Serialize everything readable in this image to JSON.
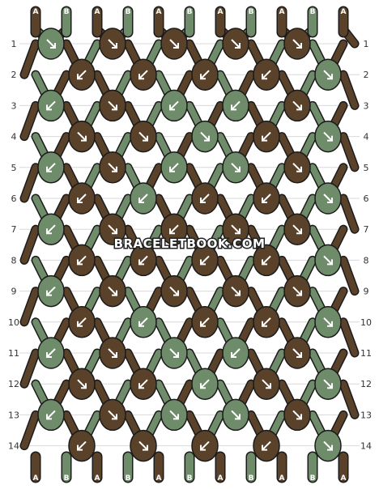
{
  "colors": {
    "A": "#5a4129",
    "B": "#6e8c6a",
    "outline": "#1b1b1b",
    "grid": "#d8d8d8"
  },
  "strands_top": [
    "A",
    "B",
    "A",
    "B",
    "A",
    "B",
    "A",
    "B",
    "A",
    "B",
    "A"
  ],
  "strands_bottom": [
    "A",
    "B",
    "A",
    "B",
    "A",
    "B",
    "A",
    "B",
    "A",
    "B",
    "A"
  ],
  "watermark": "BRACELETBOOK.COM",
  "rows": [
    {
      "label": "1",
      "knots": [
        {
          "c": "B",
          "d": "r"
        },
        {
          "c": "A",
          "d": "r"
        },
        {
          "c": "A",
          "d": "r"
        },
        {
          "c": "A",
          "d": "r"
        },
        {
          "c": "A",
          "d": "r"
        }
      ]
    },
    {
      "label": "2",
      "knots": [
        {
          "c": "A",
          "d": "l"
        },
        {
          "c": "A",
          "d": "l"
        },
        {
          "c": "A",
          "d": "l"
        },
        {
          "c": "A",
          "d": "l"
        },
        {
          "c": "B",
          "d": "r"
        }
      ]
    },
    {
      "label": "3",
      "knots": [
        {
          "c": "B",
          "d": "l"
        },
        {
          "c": "A",
          "d": "r"
        },
        {
          "c": "B",
          "d": "l"
        },
        {
          "c": "B",
          "d": "l"
        },
        {
          "c": "A",
          "d": "r"
        }
      ]
    },
    {
      "label": "4",
      "knots": [
        {
          "c": "A",
          "d": "r"
        },
        {
          "c": "A",
          "d": "r"
        },
        {
          "c": "B",
          "d": "r"
        },
        {
          "c": "A",
          "d": "l"
        },
        {
          "c": "B",
          "d": "r"
        }
      ]
    },
    {
      "label": "5",
      "knots": [
        {
          "c": "B",
          "d": "l"
        },
        {
          "c": "A",
          "d": "r"
        },
        {
          "c": "B",
          "d": "l"
        },
        {
          "c": "B",
          "d": "r"
        },
        {
          "c": "A",
          "d": "r"
        }
      ]
    },
    {
      "label": "6",
      "knots": [
        {
          "c": "A",
          "d": "l"
        },
        {
          "c": "B",
          "d": "l"
        },
        {
          "c": "A",
          "d": "l"
        },
        {
          "c": "A",
          "d": "l"
        },
        {
          "c": "B",
          "d": "r"
        }
      ]
    },
    {
      "label": "7",
      "knots": [
        {
          "c": "B",
          "d": "l"
        },
        {
          "c": "A",
          "d": "r"
        },
        {
          "c": "A",
          "d": "l"
        },
        {
          "c": "A",
          "d": "r"
        },
        {
          "c": "A",
          "d": "r"
        }
      ]
    },
    {
      "label": "8",
      "knots": [
        {
          "c": "A",
          "d": "l"
        },
        {
          "c": "A",
          "d": "l"
        },
        {
          "c": "A",
          "d": "l"
        },
        {
          "c": "A",
          "d": "l"
        },
        {
          "c": "B",
          "d": "r"
        }
      ]
    },
    {
      "label": "9",
      "knots": [
        {
          "c": "B",
          "d": "l"
        },
        {
          "c": "A",
          "d": "r"
        },
        {
          "c": "A",
          "d": "r"
        },
        {
          "c": "A",
          "d": "r"
        },
        {
          "c": "A",
          "d": "r"
        }
      ]
    },
    {
      "label": "10",
      "knots": [
        {
          "c": "A",
          "d": "l"
        },
        {
          "c": "B",
          "d": "l"
        },
        {
          "c": "A",
          "d": "l"
        },
        {
          "c": "A",
          "d": "l"
        },
        {
          "c": "B",
          "d": "r"
        }
      ]
    },
    {
      "label": "11",
      "knots": [
        {
          "c": "B",
          "d": "l"
        },
        {
          "c": "A",
          "d": "r"
        },
        {
          "c": "B",
          "d": "r"
        },
        {
          "c": "B",
          "d": "l"
        },
        {
          "c": "A",
          "d": "r"
        }
      ]
    },
    {
      "label": "12",
      "knots": [
        {
          "c": "A",
          "d": "r"
        },
        {
          "c": "A",
          "d": "l"
        },
        {
          "c": "B",
          "d": "l"
        },
        {
          "c": "A",
          "d": "r"
        },
        {
          "c": "B",
          "d": "r"
        }
      ]
    },
    {
      "label": "13",
      "knots": [
        {
          "c": "B",
          "d": "l"
        },
        {
          "c": "A",
          "d": "r"
        },
        {
          "c": "B",
          "d": "r"
        },
        {
          "c": "B",
          "d": "r"
        },
        {
          "c": "A",
          "d": "r"
        }
      ]
    },
    {
      "label": "14",
      "knots": [
        {
          "c": "A",
          "d": "l"
        },
        {
          "c": "A",
          "d": "r"
        },
        {
          "c": "A",
          "d": "l"
        },
        {
          "c": "A",
          "d": "l"
        },
        {
          "c": "B",
          "d": "r"
        }
      ]
    }
  ]
}
